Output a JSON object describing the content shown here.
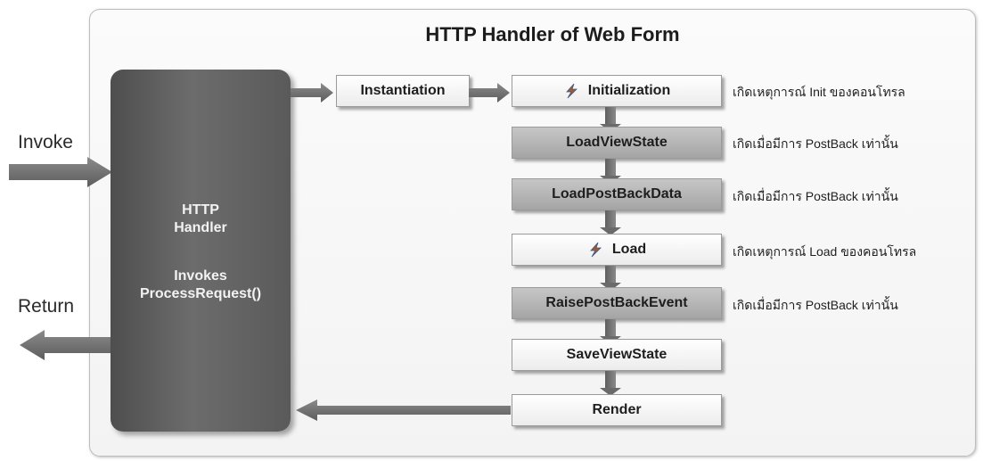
{
  "diagram": {
    "title": "HTTP Handler of Web Form",
    "invoke_label": "Invoke",
    "return_label": "Return",
    "handler": {
      "line1": "HTTP",
      "line2": "Handler",
      "line3": "Invokes",
      "line4": "ProcessRequest()"
    },
    "instantiation": "Instantiation",
    "steps": [
      {
        "label": "Initialization",
        "icon": "lightning-icon",
        "note": "เกิดเหตุการณ์ Init ของคอนโทรล"
      },
      {
        "label": "LoadViewState",
        "note": "เกิดเมื่อมีการ PostBack เท่านั้น"
      },
      {
        "label": "LoadPostBackData",
        "note": "เกิดเมื่อมีการ PostBack เท่านั้น"
      },
      {
        "label": "Load",
        "icon": "lightning-icon",
        "note": "เกิดเหตุการณ์ Load ของคอนโทรล"
      },
      {
        "label": "RaisePostBackEvent",
        "note": "เกิดเมื่อมีการ PostBack เท่านั้น"
      },
      {
        "label": "SaveViewState",
        "note": ""
      },
      {
        "label": "Render",
        "note": ""
      }
    ]
  }
}
